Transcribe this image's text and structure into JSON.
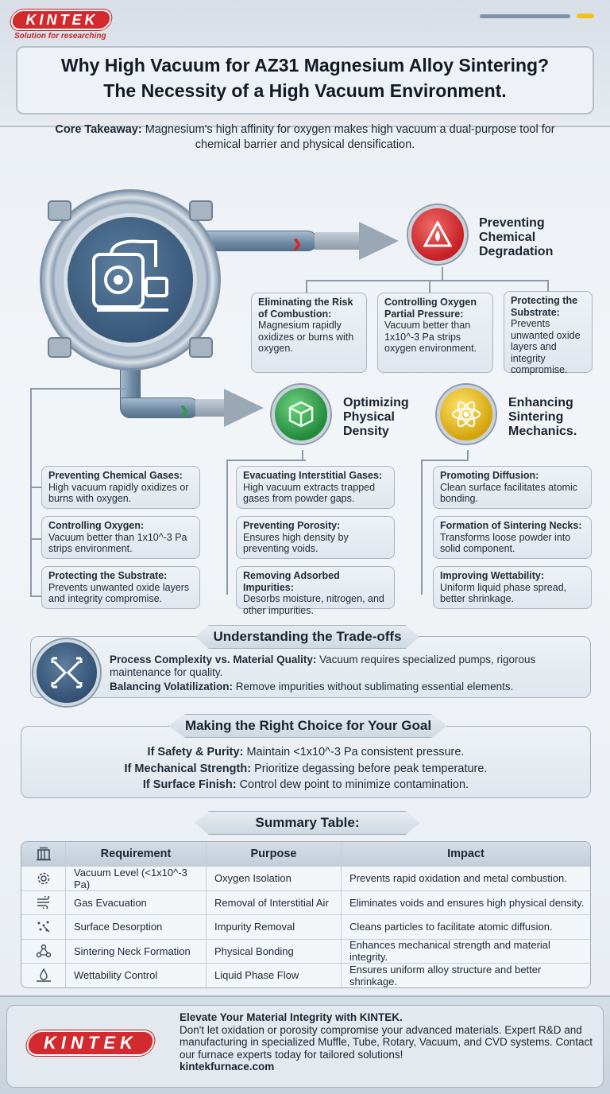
{
  "brand": {
    "name": "KINTEK",
    "tagline": "Solution for researching"
  },
  "title": {
    "line1": "Why High Vacuum for AZ31 Magnesium Alloy Sintering?",
    "line2": "The Necessity of a High Vacuum Environment."
  },
  "takeaway": {
    "label": "Core Takeaway:",
    "text": "Magnesium's high affinity for oxygen makes high vacuum a dual-purpose tool for chemical barrier and physical densification."
  },
  "categories": {
    "chemical": {
      "title": "Preventing Chemical Degradation",
      "icon": "flame-warning-icon"
    },
    "density": {
      "title": "Optimizing Physical Density",
      "icon": "cube-lattice-icon"
    },
    "mechanics": {
      "title": "Enhancing Sintering Mechanics.",
      "icon": "atom-icon"
    }
  },
  "chemical_cards": [
    {
      "h": "Eliminating the Risk of Combustion:",
      "t": "Magnesium rapidly oxidizes or burns with oxygen."
    },
    {
      "h": "Controlling Oxygen Partial Pressure:",
      "t": "Vacuum better than 1x10^-3 Pa strips oxygen environment."
    },
    {
      "h": "Protecting the Substrate:",
      "t": "Prevents unwanted oxide layers and integrity compromise."
    }
  ],
  "left_cards": [
    {
      "h": "Preventing Chemical Gases:",
      "t": "High vacuum rapidly oxidizes or burns with oxygen."
    },
    {
      "h": "Controlling Oxygen:",
      "t": "Vacuum better than 1x10^-3 Pa strips environment."
    },
    {
      "h": "Protecting the Substrate:",
      "t": "Prevents unwanted oxide layers and integrity compromise."
    }
  ],
  "density_cards": [
    {
      "h": "Evacuating Interstitial Gases:",
      "t": "High vacuum extracts trapped gases from powder gaps."
    },
    {
      "h": "Preventing Porosity:",
      "t": "Ensures high density by preventing voids."
    },
    {
      "h": "Removing Adsorbed Impurities:",
      "t": "Desorbs moisture, nitrogen, and other impurities."
    }
  ],
  "mechanics_cards": [
    {
      "h": "Promoting Diffusion:",
      "t": "Clean surface facilitates atomic bonding."
    },
    {
      "h": "Formation of Sintering Necks:",
      "t": "Transforms loose powder into solid component."
    },
    {
      "h": "Improving Wettability:",
      "t": "Uniform liquid phase spread, better shrinkage."
    }
  ],
  "tradeoffs": {
    "title": "Understanding the Trade-offs",
    "p1_label": "Process Complexity vs. Material Quality:",
    "p1_text": "Vacuum requires specialized pumps, rigorous maintenance for quality.",
    "p2_label": "Balancing Volatilization:",
    "p2_text": "Remove impurities without sublimating essential elements."
  },
  "choice": {
    "title": "Making the Right Choice for Your Goal",
    "items": [
      {
        "label": "If Safety & Purity:",
        "text": "Maintain <1x10^-3 Pa consistent pressure."
      },
      {
        "label": "If Mechanical Strength:",
        "text": "Prioritize degassing before peak temperature."
      },
      {
        "label": "If Surface Finish:",
        "text": "Control dew point to minimize contamination."
      }
    ]
  },
  "summary": {
    "title": "Summary Table:",
    "headers": [
      "Requirement",
      "Purpose",
      "Impact"
    ],
    "rows": [
      {
        "icon": "gear-icon",
        "req": "Vacuum Level (<1x10^-3 Pa)",
        "purpose": "Oxygen Isolation",
        "impact": "Prevents rapid oxidation and metal combustion."
      },
      {
        "icon": "wind-icon",
        "req": "Gas Evacuation",
        "purpose": "Removal of Interstitial Air",
        "impact": "Eliminates voids and ensures high physical density."
      },
      {
        "icon": "particles-icon",
        "req": "Surface Desorption",
        "purpose": "Impurity Removal",
        "impact": "Cleans particles to facilitate atomic diffusion."
      },
      {
        "icon": "network-icon",
        "req": "Sintering Neck Formation",
        "purpose": "Physical Bonding",
        "impact": "Enhances mechanical strength and material integrity."
      },
      {
        "icon": "droplet-icon",
        "req": "Wettability Control",
        "purpose": "Liquid Phase Flow",
        "impact": "Ensures uniform alloy structure and better shrinkage."
      }
    ]
  },
  "footer": {
    "headline": "Elevate Your Material Integrity with KINTEK.",
    "body": "Don't let oxidation or porosity compromise your advanced materials. Expert R&D and manufacturing in specialized Muffle, Tube, Rotary, Vacuum, and CVD systems. Contact our furnace experts today for tailored solutions!",
    "url": "kintekfurnace.com"
  },
  "colors": {
    "brand_red": "#d22a2e",
    "steel_blue": "#3e5e80",
    "green": "#2f9a4a",
    "gold": "#d4a30c"
  }
}
